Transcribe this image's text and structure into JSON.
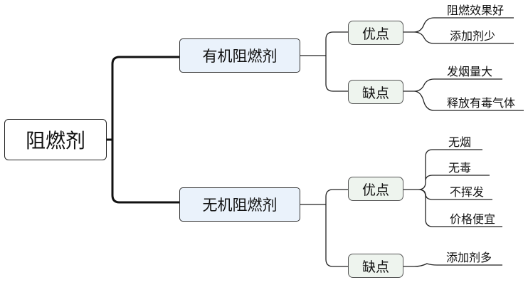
{
  "root": {
    "label": "阻燃剂"
  },
  "branches": [
    {
      "label": "有机阻燃剂",
      "advantages": {
        "label": "优点",
        "items": [
          "阻燃效果好",
          "添加剂少"
        ]
      },
      "disadvantages": {
        "label": "缺点",
        "items": [
          "发烟量大",
          "释放有毒气体"
        ]
      }
    },
    {
      "label": "无机阻燃剂",
      "advantages": {
        "label": "优点",
        "items": [
          "无烟",
          "无毒",
          "不挥发",
          "价格便宜"
        ]
      },
      "disadvantages": {
        "label": "缺点",
        "items": [
          "添加剂多"
        ]
      }
    }
  ],
  "colors": {
    "line": "#111111",
    "main_fill": "#eaf2fb",
    "sub_fill": "#eef4ee"
  }
}
